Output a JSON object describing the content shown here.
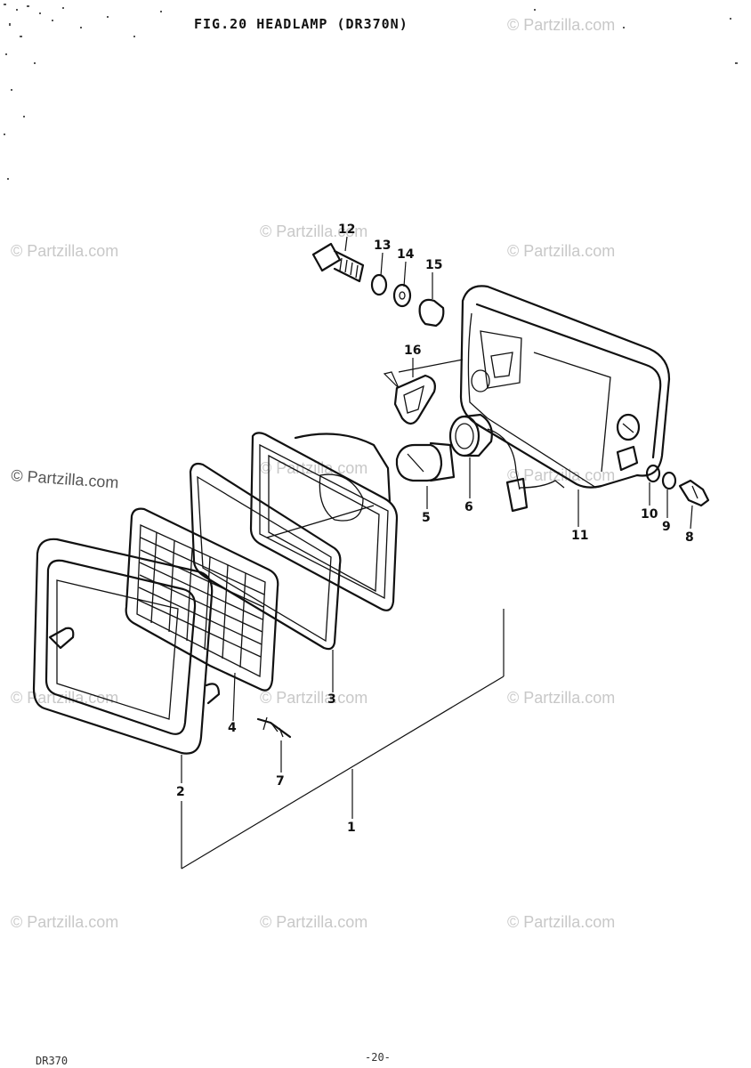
{
  "title": "FIG.20  HEADLAMP (DR370N)",
  "watermark": "© Partzilla.com",
  "footer_left": "DR370",
  "footer_page": "-20-",
  "callouts": [
    "1",
    "2",
    "3",
    "4",
    "5",
    "6",
    "7",
    "8",
    "9",
    "10",
    "11",
    "12",
    "13",
    "14",
    "15",
    "16"
  ]
}
